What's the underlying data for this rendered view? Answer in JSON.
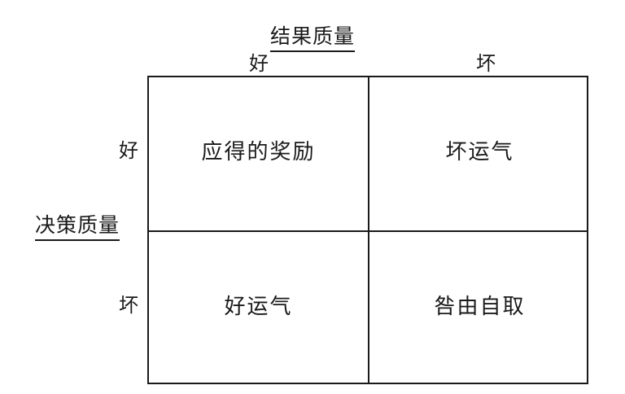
{
  "diagram": {
    "type": "2x2-matrix",
    "title": "结果质量",
    "row_axis_label": "决策质量",
    "column_headers": [
      "好",
      "坏"
    ],
    "row_headers": [
      "好",
      "坏"
    ],
    "cells": [
      {
        "row": "好",
        "column": "好",
        "label": "应得的奖励"
      },
      {
        "row": "好",
        "column": "坏",
        "label": "坏运气"
      },
      {
        "row": "坏",
        "column": "好",
        "label": "好运气"
      },
      {
        "row": "坏",
        "column": "坏",
        "label": "咎由自取"
      }
    ],
    "colors": {
      "background": "#ffffff",
      "line": "#1a1a1a",
      "text": "#1a1a1a"
    }
  }
}
